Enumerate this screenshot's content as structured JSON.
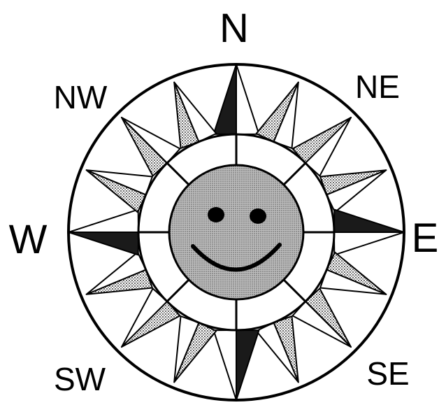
{
  "labels": {
    "north": "N",
    "east": "E",
    "west": "W",
    "northeast": "NE",
    "northwest": "NW",
    "southeast": "SE",
    "southwest": "SW"
  },
  "colors": {
    "ink": "#000000",
    "paper": "#ffffff",
    "stipple_fill": "#d2d2d2",
    "face_fill": "#a8a8a8",
    "dark_fill": "#1a1a1a"
  },
  "icons": {
    "face": "smiley-face-icon",
    "rose": "compass-rose-icon"
  }
}
